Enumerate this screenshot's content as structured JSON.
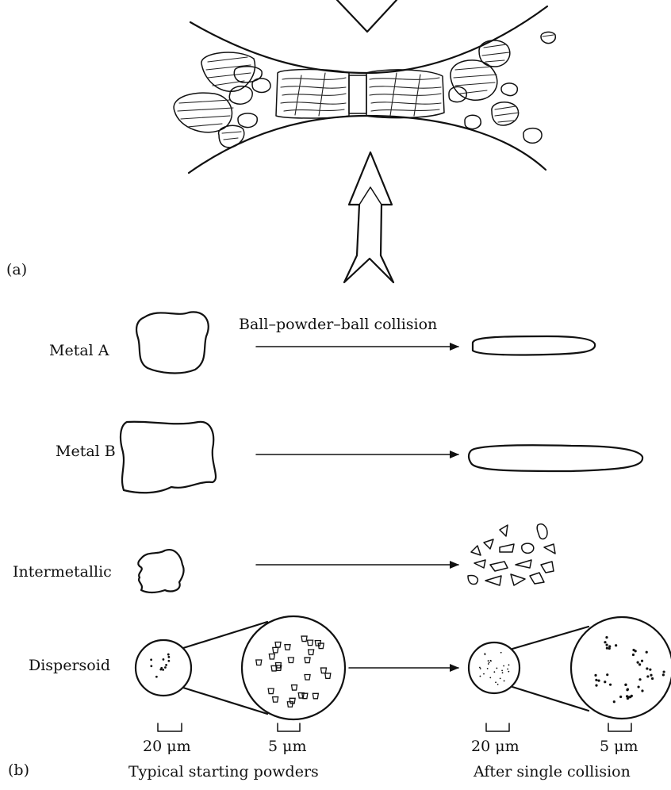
{
  "panel_a": {
    "label": "(a)"
  },
  "panel_b": {
    "label": "(b)",
    "collision_label": "Ball–powder–ball collision",
    "rows": [
      {
        "name": "Metal A"
      },
      {
        "name": "Metal B"
      },
      {
        "name": "Intermetallic"
      },
      {
        "name": "Dispersoid"
      }
    ],
    "scale_bars": [
      {
        "text": "20 μm"
      },
      {
        "text": "5 μm"
      },
      {
        "text": "20 μm"
      },
      {
        "text": "5 μm"
      }
    ],
    "captions": {
      "left": "Typical starting powders",
      "right": "After single collision"
    }
  }
}
